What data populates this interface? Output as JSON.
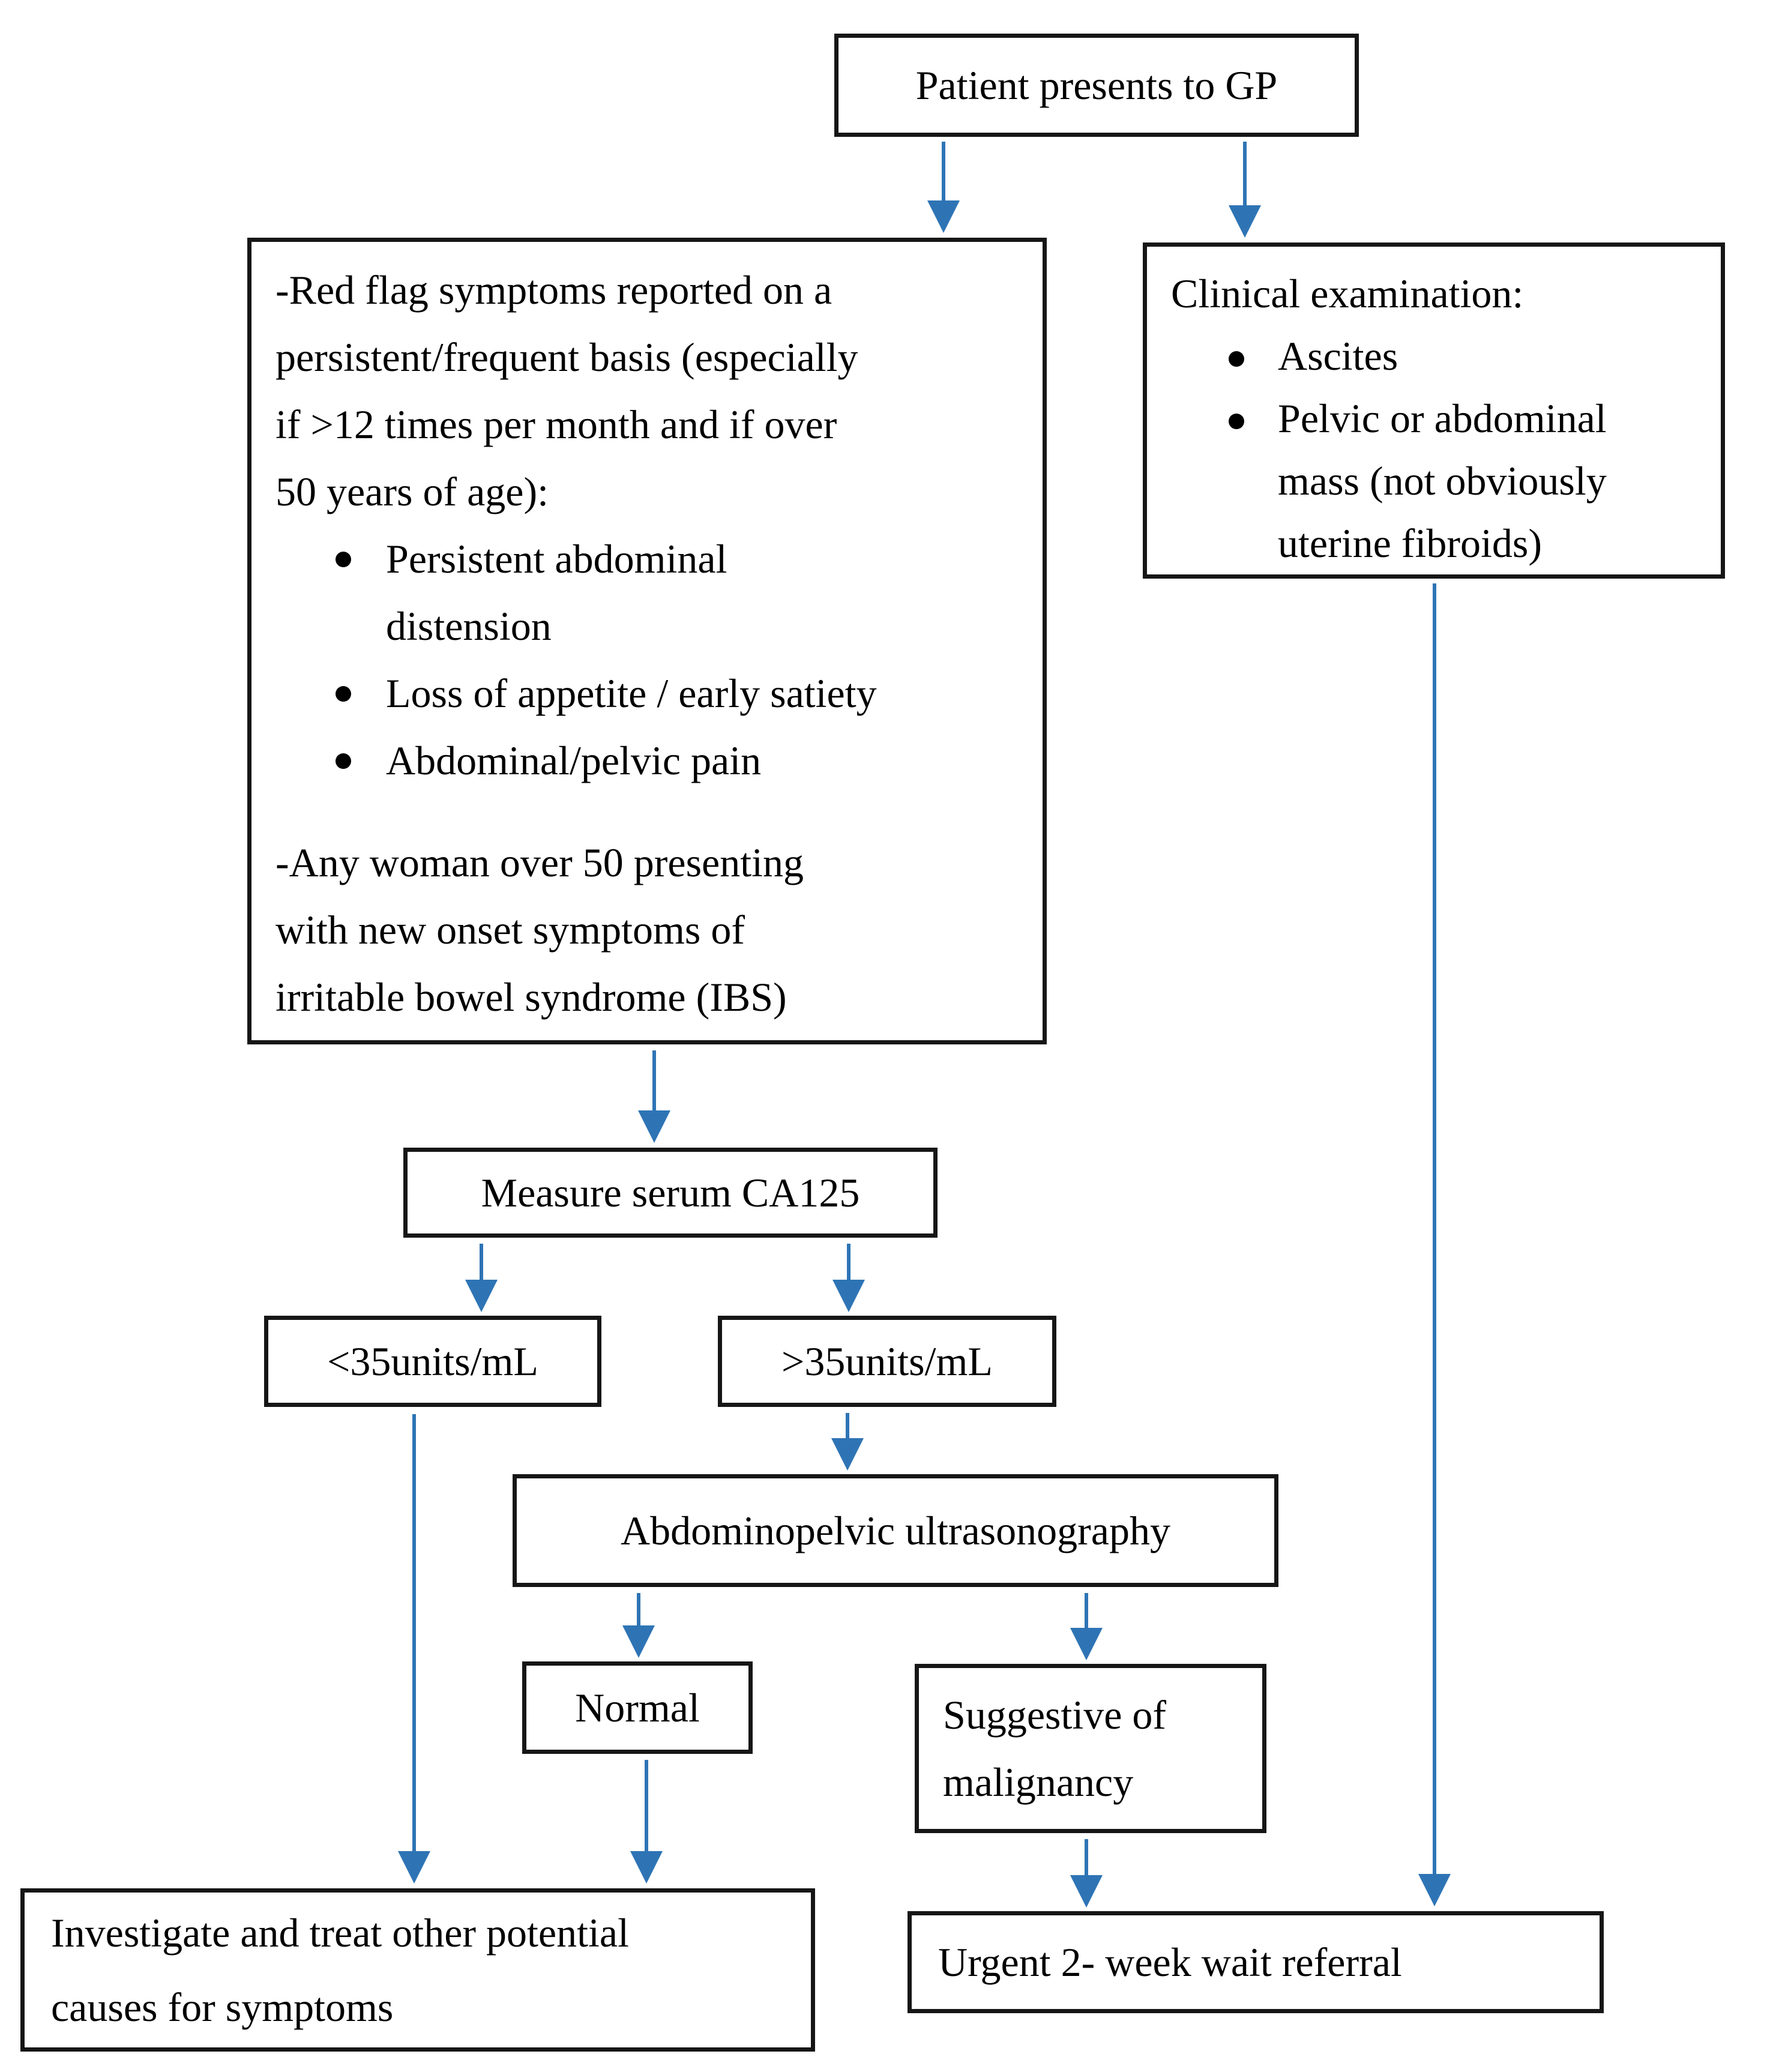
{
  "page": {
    "background": "#ffffff"
  },
  "colors": {
    "arrow": "#2E74B5",
    "box_border": "#161616",
    "text": "#000000"
  },
  "nodes": {
    "patient": {
      "text": "Patient presents to GP"
    },
    "red_flag": {
      "para1": [
        "-Red flag symptoms reported on a",
        "persistent/frequent basis (especially",
        "if >12 times per month and if over",
        "50 years of age):"
      ],
      "bullets": [
        [
          "Persistent abdominal",
          "distension"
        ],
        [
          "Loss of appetite / early satiety"
        ],
        [
          "Abdominal/pelvic pain"
        ]
      ],
      "para2": [
        "-Any woman over 50 presenting",
        "with new onset symptoms of",
        "irritable bowel syndrome (IBS)"
      ]
    },
    "clinical": {
      "title": "Clinical examination:",
      "bullets": [
        [
          "Ascites"
        ],
        [
          "Pelvic or abdominal",
          "mass (not obviously",
          "uterine fibroids)"
        ]
      ]
    },
    "ca125": {
      "text": "Measure serum CA125"
    },
    "ca125_low": {
      "text": "<35units/mL"
    },
    "ca125_high": {
      "text": ">35units/mL"
    },
    "ultrasound": {
      "text": "Abdominopelvic ultrasonography"
    },
    "normal": {
      "text": "Normal"
    },
    "suggestive": {
      "lines": [
        "Suggestive of",
        "malignancy"
      ]
    },
    "investigate": {
      "lines": [
        "Investigate and treat other potential",
        "causes for symptoms"
      ]
    },
    "urgent": {
      "text": "Urgent 2- week wait referral"
    }
  }
}
